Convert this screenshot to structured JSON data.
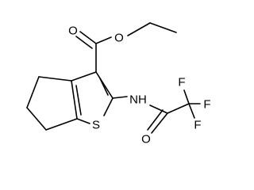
{
  "molecule": {
    "atoms": {
      "ester_carbonyl_oxygen": "O",
      "ester_ether_oxygen": "O",
      "thiophene_sulfur": "S",
      "amide_nitrogen": "NH",
      "amide_carbonyl_oxygen": "O",
      "fluorine_right": "F",
      "fluorine_top": "F",
      "fluorine_bottom": "F"
    }
  }
}
